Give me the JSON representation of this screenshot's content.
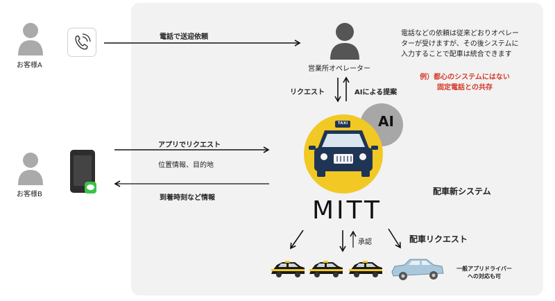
{
  "customers": {
    "a_label": "お客様A",
    "b_label": "お客様B"
  },
  "flows": {
    "phone_request": "電話で送迎依頼",
    "app_request": "アプリでリクエスト",
    "location_info": "位置情報、目的地",
    "arrival_info": "到着時刻など情報",
    "request": "リクエスト",
    "ai_suggestion": "AIによる提案",
    "approval": "承認"
  },
  "operator": {
    "label": "営業所オペレーター"
  },
  "note": {
    "line1": "電話などの依頼は従来どおりオペレー",
    "line2": "ターが受けますが、その後システムに",
    "line3": "入力することで配車は統合できます"
  },
  "example": {
    "line1": "例）都心のシステムにはない",
    "line2": "固定電話との共存"
  },
  "system": {
    "ai_badge": "AI",
    "taxi_sign": "TAXI",
    "name": "MITT",
    "label": "配車新システム",
    "dispatch_request": "配車リクエスト"
  },
  "general_driver": {
    "line1": "一般アプリドライバー",
    "line2": "への対応も可"
  },
  "colors": {
    "accent_yellow": "#f2c824",
    "taxi_navy": "#1f3556",
    "ai_gray": "#a7a7a7",
    "red_note": "#d43a2a",
    "light_blue_car": "#a9c8dc",
    "line_green": "#3cc24a"
  }
}
